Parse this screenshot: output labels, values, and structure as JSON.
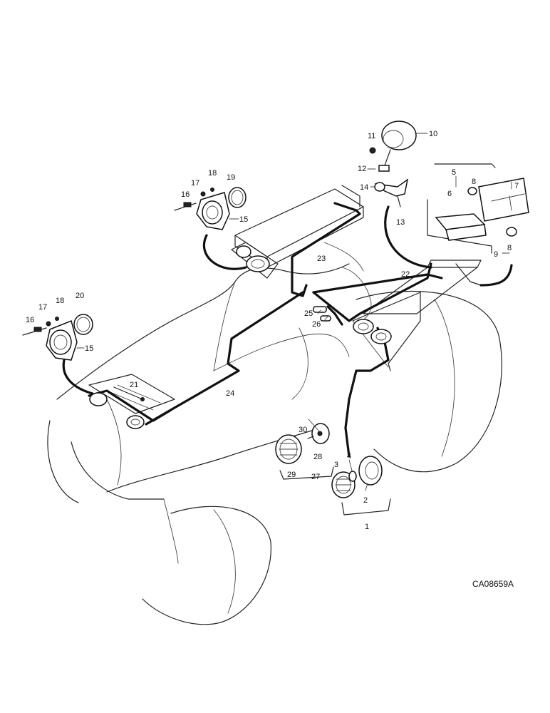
{
  "figure_code": "CA08659A",
  "labels": {
    "l1": "1",
    "l2": "2",
    "l3": "3",
    "l4": "4",
    "l5": "5",
    "l6": "6",
    "l7": "7",
    "l8a": "8",
    "l8b": "8",
    "l9": "9",
    "l10": "10",
    "l11": "11",
    "l12": "12",
    "l13": "13",
    "l14": "14",
    "l15a": "15",
    "l15b": "15",
    "l16a": "16",
    "l16b": "16",
    "l17a": "17",
    "l17b": "17",
    "l18a": "18",
    "l18b": "18",
    "l19": "19",
    "l20": "20",
    "l21": "21",
    "l22": "22",
    "l23": "23",
    "l24": "24",
    "l25": "25",
    "l26": "26",
    "l27": "27",
    "l28": "28",
    "l29": "29",
    "l30": "30"
  }
}
